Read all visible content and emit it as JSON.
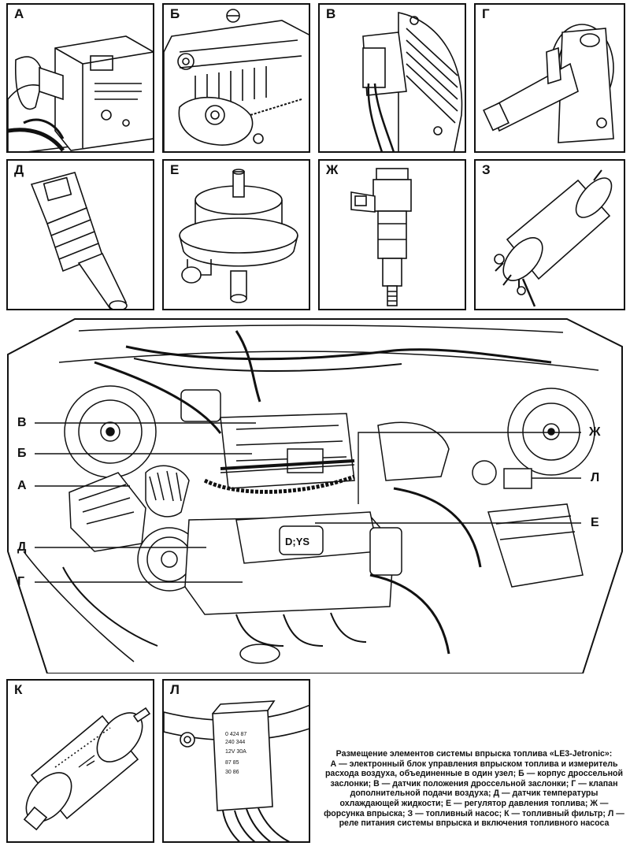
{
  "panels": [
    {
      "letter": "А"
    },
    {
      "letter": "Б"
    },
    {
      "letter": "В"
    },
    {
      "letter": "Г"
    },
    {
      "letter": "Д"
    },
    {
      "letter": "Е"
    },
    {
      "letter": "Ж"
    },
    {
      "letter": "З"
    },
    {
      "letter": "К"
    },
    {
      "letter": "Л"
    }
  ],
  "callouts": {
    "left": [
      "В",
      "Б",
      "А",
      "Д",
      "Г"
    ],
    "right": [
      "Ж",
      "Л",
      "Е"
    ]
  },
  "labels_in_image": {
    "cover_text": "D;YS",
    "relay_text": [
      "0 424 87",
      "240 344",
      "12V 30A",
      "87  85",
      "30  86"
    ]
  },
  "caption": {
    "title": "Размещение элементов системы впрыска топлива «LE3-Jetronic»:",
    "body": "А — электронный блок управления впрыском топлива и измеритель расхода воздуха, объединенные в один узел; Б — корпус дроссельной заслонки; В — датчик положения дроссельной заслонки; Г — клапан дополнительной подачи воздуха; Д — датчик температуры охлаждающей жидкости; Е — регулятор давления топлива; Ж — форсунка впрыска; З — топливный насос; К — топливный фильтр; Л — реле питания системы впрыска и включения топливного насоса"
  }
}
